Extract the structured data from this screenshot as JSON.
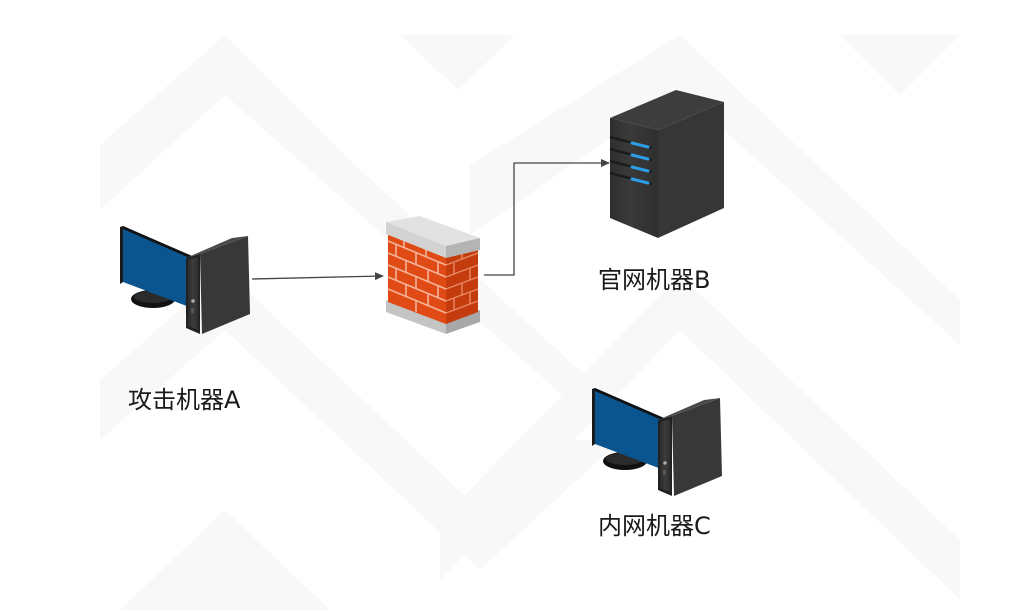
{
  "diagram": {
    "type": "network-topology",
    "nodes": [
      {
        "id": "A",
        "label": "攻击机器A",
        "kind": "desktop-computer",
        "role": "attacker"
      },
      {
        "id": "FW",
        "label": "",
        "kind": "firewall"
      },
      {
        "id": "B",
        "label": "官网机器B",
        "kind": "server",
        "role": "website"
      },
      {
        "id": "C",
        "label": "内网机器C",
        "kind": "desktop-computer",
        "role": "intranet"
      }
    ],
    "edges": [
      {
        "from": "A",
        "to": "FW",
        "style": "straight",
        "arrow": "end"
      },
      {
        "from": "FW",
        "to": "B",
        "style": "orthogonal",
        "arrow": "end"
      }
    ]
  },
  "colors": {
    "background": "#ffffff",
    "watermark": "#f7f7f7",
    "edge": "#444444",
    "screen_blue": "#0a5590",
    "case_dark": "#333333",
    "brick": "#e04a14",
    "capstone": "#cfcfcf",
    "led_blue": "#2aa0e8",
    "label_text": "#1a1a1a"
  }
}
